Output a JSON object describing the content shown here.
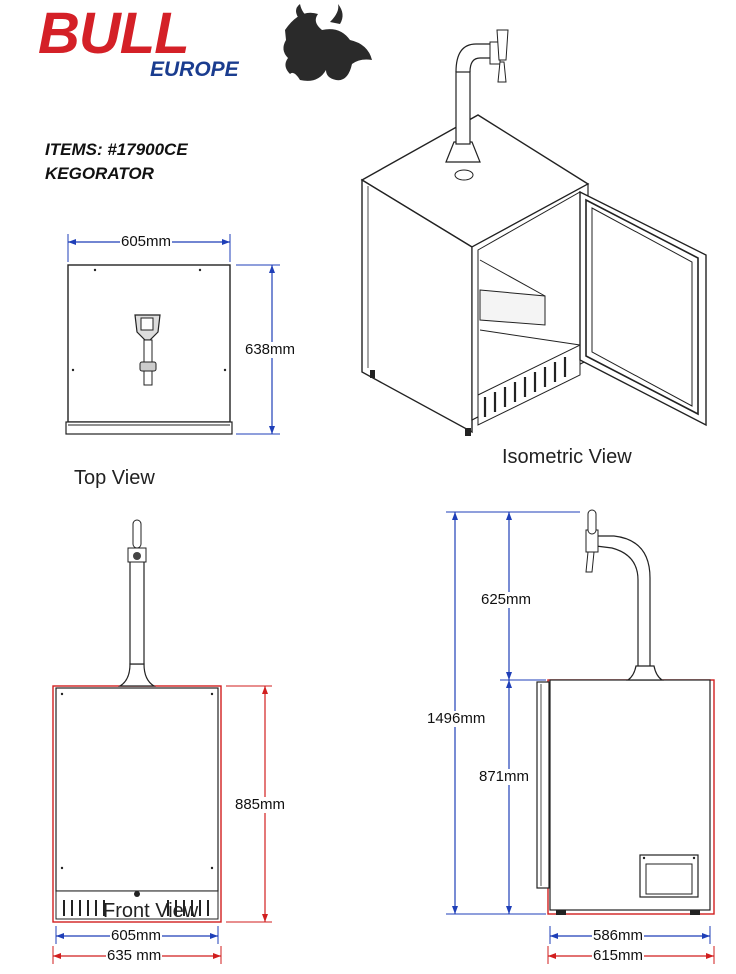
{
  "brand": {
    "name": "BULL",
    "sub": "EUROPE",
    "mascot": "bull-head-icon"
  },
  "items": {
    "line1": "ITEMS: #17900CE",
    "line2": "KEGORATOR"
  },
  "views": {
    "top": "Top View",
    "isometric": "Isometric View",
    "front": "Front View"
  },
  "dimensions": {
    "top_width": "605mm",
    "top_depth": "638mm",
    "front_height": "885mm",
    "front_width_inner": "605",
    "front_width_inner_unit": "mm",
    "front_width_outer": "635 mm",
    "side_total": "1496mm",
    "side_tap": "625mm",
    "side_body": "871mm",
    "side_depth_inner": "586mm",
    "side_depth_outer": "615mm"
  },
  "colors": {
    "blue": "#1f3fb8",
    "red": "#d11e1e",
    "brand_red": "#d42027",
    "brand_blue": "#1a3c8f"
  }
}
